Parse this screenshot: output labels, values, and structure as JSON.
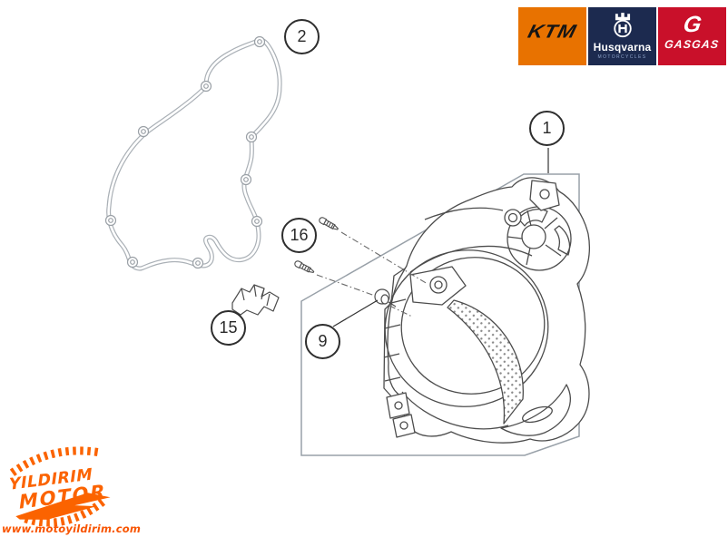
{
  "brands": {
    "ktm": {
      "label": "KTM",
      "bg_color": "#E87200",
      "text_color": "#151515"
    },
    "husqvarna": {
      "label": "Husqvarna",
      "sublabel": "MOTORCYCLES",
      "bg_color": "#1C2A4F",
      "text_color": "#FFFFFF"
    },
    "gasgas": {
      "label": "GASGAS",
      "icon_letter": "G",
      "bg_color": "#C9102A",
      "text_color": "#FFFFFF"
    }
  },
  "callouts": {
    "part_1": "1",
    "part_2": "2",
    "part_9": "9",
    "part_15": "15",
    "part_16": "16"
  },
  "watermark": {
    "title_line1": "YILDIRIM",
    "title_line2": "MOTOR",
    "website": "www.motoyildirim.com",
    "color": "#FB6300",
    "website_color": "#F85400"
  }
}
